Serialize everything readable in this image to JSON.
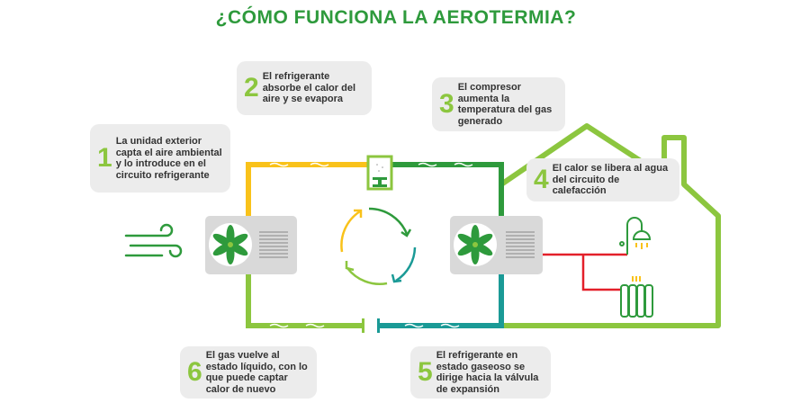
{
  "title": "¿CÓMO FUNCIONA LA AEROTERMIA?",
  "steps": [
    {
      "number": "1",
      "text": "La unidad exterior capta el aire ambiental y lo introduce en el circuito refrigerante"
    },
    {
      "number": "2",
      "text": "El refrigerante absorbe el calor del aire y se evapora"
    },
    {
      "number": "3",
      "text": "El compresor aumenta la temperatura del gas generado"
    },
    {
      "number": "4",
      "text": "El calor se libera al agua del circuito de calefacción"
    },
    {
      "number": "5",
      "text": "El refrigerante en estado gaseoso se dirige hacia la válvula de expansión"
    },
    {
      "number": "6",
      "text": "El gas vuelve al estado líquido, con lo que puede captar calor de nuevo"
    }
  ],
  "colors": {
    "yellow": "#f9c21a",
    "lime": "#8cc63f",
    "green": "#2e9a3c",
    "teal": "#1a9a96",
    "red": "#e3202a",
    "grey": "#d9d9d9"
  }
}
